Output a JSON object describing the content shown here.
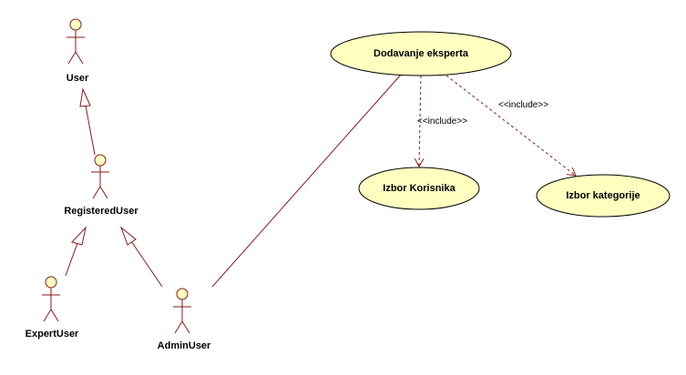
{
  "diagram": {
    "type": "uml-use-case",
    "actors": {
      "user": "User",
      "registered_user": "RegisteredUser",
      "expert_user": "ExpertUser",
      "admin_user": "AdminUser"
    },
    "use_cases": {
      "dodavanje": "Dodavanje eksperta",
      "korisnika": "Izbor Korisnika",
      "kategorije": "Izbor kategorije"
    },
    "relations": {
      "include_1": "<<include>>",
      "include_2": "<<include>>"
    },
    "colors": {
      "line": "#8b1a1a",
      "fill": "#ffffc0"
    }
  }
}
